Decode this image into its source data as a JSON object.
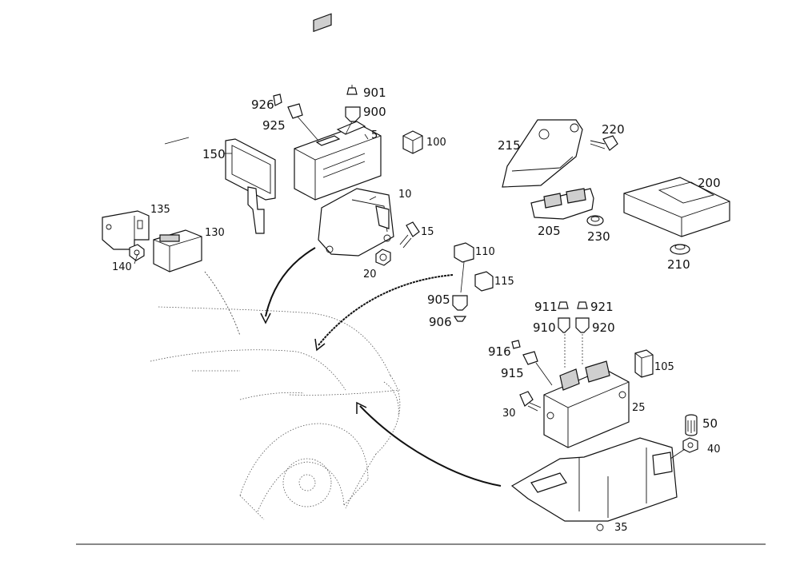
{
  "labels": {
    "p5": "5",
    "p10": "10",
    "p15": "15",
    "p20": "20",
    "p25": "25",
    "p30": "30",
    "p35": "35",
    "p40": "40",
    "p50": "50",
    "p100": "100",
    "p105": "105",
    "p110": "110",
    "p115": "115",
    "p130": "130",
    "p135": "135",
    "p140": "140",
    "p150": "150",
    "p200": "200",
    "p205": "205",
    "p210": "210",
    "p215": "215",
    "p220": "220",
    "p230": "230",
    "p900": "900",
    "p901": "901",
    "p905": "905",
    "p906": "906",
    "p910": "910",
    "p911": "911",
    "p915": "915",
    "p916": "916",
    "p920": "920",
    "p921": "921",
    "p925": "925",
    "p926": "926"
  }
}
